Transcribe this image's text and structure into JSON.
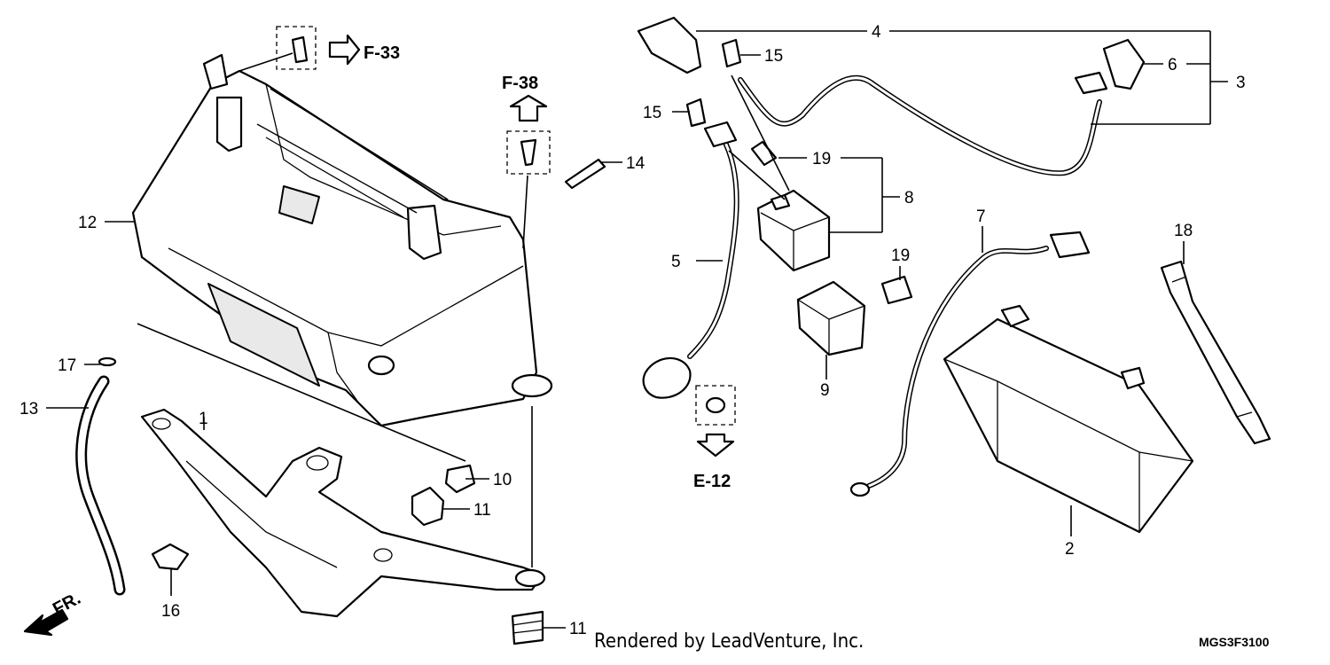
{
  "callouts": {
    "c1": "1",
    "c2": "2",
    "c3": "3",
    "c4": "4",
    "c5": "5",
    "c6": "6",
    "c7": "7",
    "c8": "8",
    "c9": "9",
    "c10": "10",
    "c11a": "11",
    "c11b": "11",
    "c12": "12",
    "c13": "13",
    "c14": "14",
    "c15a": "15",
    "c15b": "15",
    "c16": "16",
    "c17": "17",
    "c18": "18",
    "c19a": "19",
    "c19b": "19"
  },
  "references": {
    "f33": "F-33",
    "f38": "F-38",
    "e12": "E-12",
    "fr": "FR."
  },
  "footer": {
    "credit": "Rendered by LeadVenture, Inc.",
    "diagram_code": "MGS3F3100"
  }
}
